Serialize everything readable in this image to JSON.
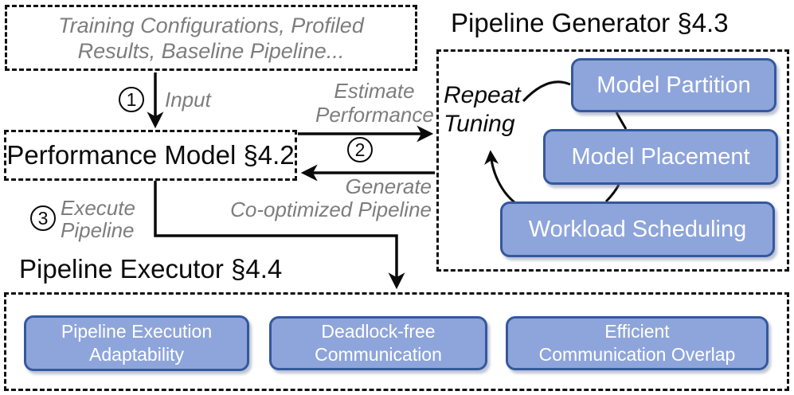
{
  "colors": {
    "stage_box_fill": "#8ea5db",
    "stage_box_border": "#35589e",
    "muted_label_gray": "#7d7d7d",
    "line_black": "#111111",
    "box_text_white": "#ffffff"
  },
  "inputs_box": {
    "text": "Training Configurations, Profiled\nResults, Baseline Pipeline..."
  },
  "performance_model": {
    "label": "Performance Model §4.2"
  },
  "flows": {
    "step1": {
      "number": "1",
      "label": "Input"
    },
    "step2": {
      "number": "2",
      "label_top": "Estimate\nPerformance",
      "label_bottom": "Generate\nCo-optimized Pipeline"
    },
    "step3": {
      "number": "3",
      "label": "Execute\nPipeline"
    }
  },
  "generator": {
    "title": "Pipeline Generator §4.3",
    "repeat_label": "Repeat\nTuning",
    "stages": [
      {
        "label": "Model Partition"
      },
      {
        "label": "Model Placement"
      },
      {
        "label": "Workload Scheduling"
      }
    ]
  },
  "executor": {
    "title": "Pipeline Executor §4.4",
    "features": [
      {
        "label": "Pipeline Execution\nAdaptability"
      },
      {
        "label": "Deadlock-free\nCommunication"
      },
      {
        "label": "Efficient\nCommunication Overlap"
      }
    ]
  }
}
